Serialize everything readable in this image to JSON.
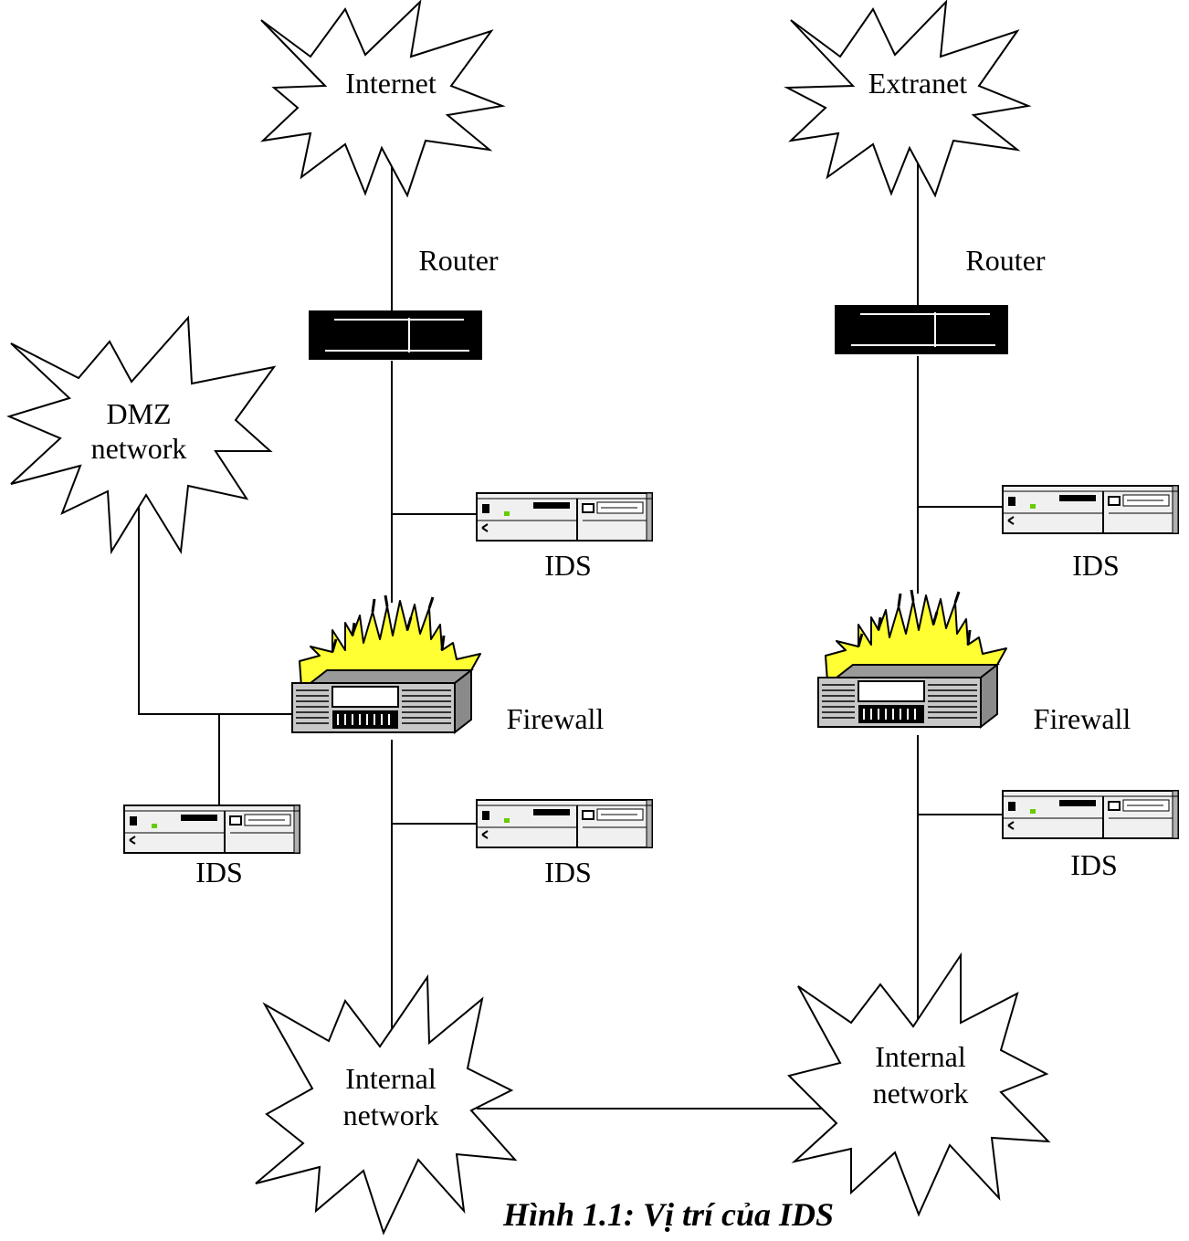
{
  "clouds": {
    "internet": "Internet",
    "extranet": "Extranet",
    "dmz_line1": "DMZ",
    "dmz_line2": "network",
    "internal_left_line1": "Internal",
    "internal_left_line2": "network",
    "internal_right_line1": "Internal",
    "internal_right_line2": "network"
  },
  "devices": {
    "router_left": "Router",
    "router_right": "Router",
    "firewall_left": "Firewall",
    "firewall_right": "Firewall",
    "ids_left_top": "IDS",
    "ids_left_dmz": "IDS",
    "ids_left_bottom": "IDS",
    "ids_right_top": "IDS",
    "ids_right_bottom": "IDS"
  },
  "caption": "Hình 1.1: Vị trí của IDS",
  "colors": {
    "flame": "#ffff33",
    "router": "#000000",
    "firewall_body": "#c0c0c0",
    "ids_body": "#eeeeee",
    "led": "#66cc00"
  }
}
